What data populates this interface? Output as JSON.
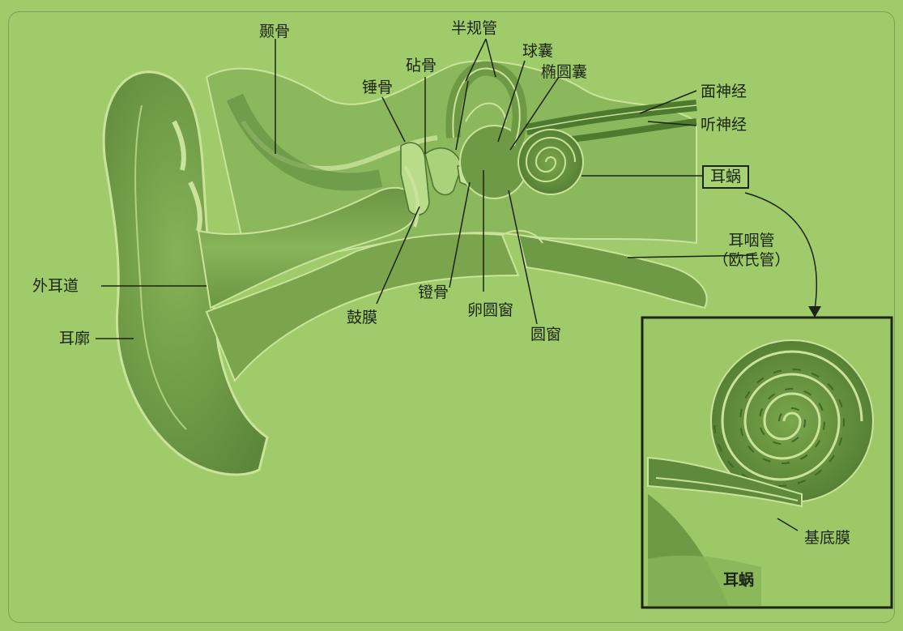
{
  "colors": {
    "background": "#9fcb6a",
    "tissue_dark": "#5f8a3c",
    "tissue_mid": "#7aa54c",
    "bone_light": "#c9e49a",
    "line": "#1c2415"
  },
  "labels": {
    "temporal_bone": "颞骨",
    "semicircular_canals": "半规管",
    "saccule": "球囊",
    "incus": "砧骨",
    "utricle": "椭圆囊",
    "malleus": "锤骨",
    "facial_nerve": "面神经",
    "auditory_nerve": "听神经",
    "cochlea": "耳蜗",
    "eustachian_tube_line1": "耳咽管",
    "eustachian_tube_line2": "（欧氏管）",
    "ear_canal": "外耳道",
    "auricle": "耳廓",
    "stapes": "镫骨",
    "eardrum": "鼓膜",
    "oval_window": "卵圆窗",
    "round_window": "圆窗",
    "basilar_membrane": "基底膜",
    "inset_title": "耳蜗"
  }
}
